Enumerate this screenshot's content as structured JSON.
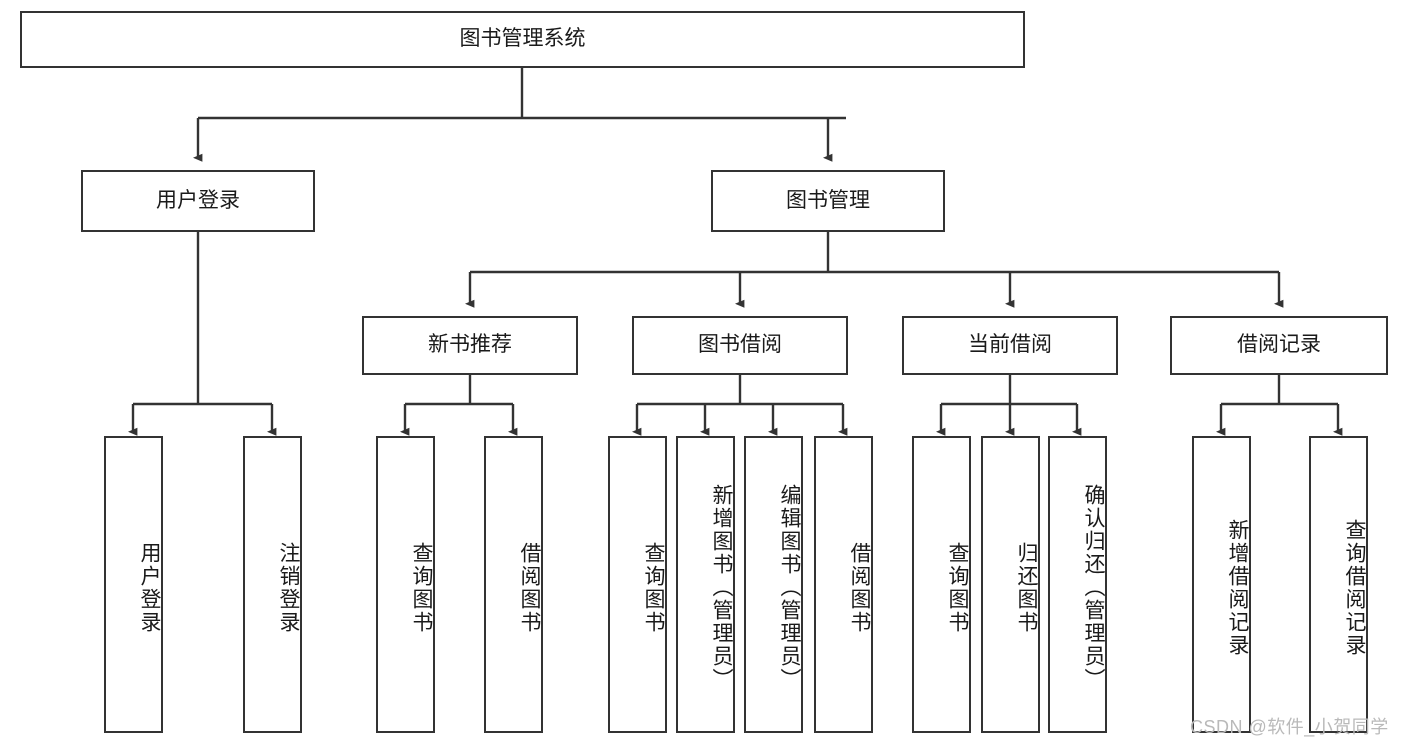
{
  "diagram": {
    "title": "图书管理系统",
    "type": "hierarchy-tree",
    "root": {
      "id": "root",
      "label": "图书管理系统"
    },
    "level2": [
      {
        "id": "user-login",
        "label": "用户登录"
      },
      {
        "id": "book-management",
        "label": "图书管理"
      }
    ],
    "level3": [
      {
        "id": "new-book-recommend",
        "label": "新书推荐",
        "parent": "book-management"
      },
      {
        "id": "book-borrow",
        "label": "图书借阅",
        "parent": "book-management"
      },
      {
        "id": "current-borrow",
        "label": "当前借阅",
        "parent": "book-management"
      },
      {
        "id": "borrow-record",
        "label": "借阅记录",
        "parent": "book-management"
      }
    ],
    "leaves": [
      {
        "id": "leaf-user-login",
        "label": "用户登录",
        "parent": "user-login"
      },
      {
        "id": "leaf-logout",
        "label": "注销登录",
        "parent": "user-login"
      },
      {
        "id": "leaf-query-book-1",
        "label": "查询图书",
        "parent": "new-book-recommend"
      },
      {
        "id": "leaf-borrow-book-1",
        "label": "借阅图书",
        "parent": "new-book-recommend"
      },
      {
        "id": "leaf-query-book-2",
        "label": "查询图书",
        "parent": "book-borrow"
      },
      {
        "id": "leaf-add-book",
        "label": "新增图书（管理员）",
        "parent": "book-borrow"
      },
      {
        "id": "leaf-edit-book",
        "label": "编辑图书（管理员）",
        "parent": "book-borrow"
      },
      {
        "id": "leaf-borrow-book-2",
        "label": "借阅图书",
        "parent": "book-borrow"
      },
      {
        "id": "leaf-query-book-3",
        "label": "查询图书",
        "parent": "current-borrow"
      },
      {
        "id": "leaf-return-book",
        "label": "归还图书",
        "parent": "current-borrow"
      },
      {
        "id": "leaf-confirm-return",
        "label": "确认归还（管理员）",
        "parent": "current-borrow"
      },
      {
        "id": "leaf-add-record",
        "label": "新增借阅记录",
        "parent": "borrow-record"
      },
      {
        "id": "leaf-query-record",
        "label": "查询借阅记录",
        "parent": "borrow-record"
      }
    ]
  },
  "watermark": {
    "text": "CSDN @软件_小贺同学"
  },
  "colors": {
    "border": "#333333",
    "text": "#1a1a1a",
    "background": "#ffffff",
    "watermark": "#b9b9b9"
  }
}
